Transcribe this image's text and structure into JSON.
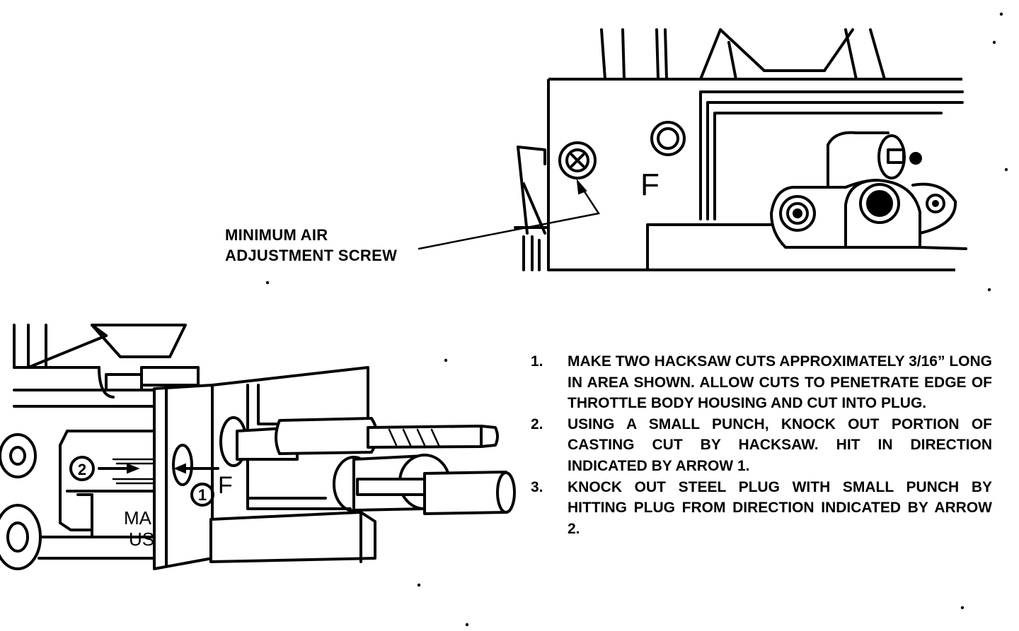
{
  "callout": {
    "line1": "MINIMUM AIR",
    "line2": "ADJUSTMENT SCREW"
  },
  "top_figure": {
    "body_letter": "F"
  },
  "bottom_figure": {
    "arrow1_label": "1",
    "arrow2_label": "2",
    "body_letter": "F",
    "stamp_line1": "MA",
    "stamp_line2": "US"
  },
  "steps": [
    {
      "number": "1.",
      "text": "MAKE TWO HACKSAW CUTS APPROXIMATELY 3/16” LONG IN AREA SHOWN. ALLOW CUTS TO PENETRATE EDGE OF THROTTLE BODY HOUSING AND CUT INTO PLUG."
    },
    {
      "number": "2.",
      "text": "USING A SMALL PUNCH, KNOCK OUT PORTION OF CASTING CUT BY HACKSAW. HIT IN DIRECTION INDICATED BY ARROW 1."
    },
    {
      "number": "3.",
      "text": "KNOCK OUT STEEL PLUG WITH SMALL PUNCH BY HITTING PLUG FROM DIRECTION INDICATED BY ARROW 2."
    }
  ]
}
